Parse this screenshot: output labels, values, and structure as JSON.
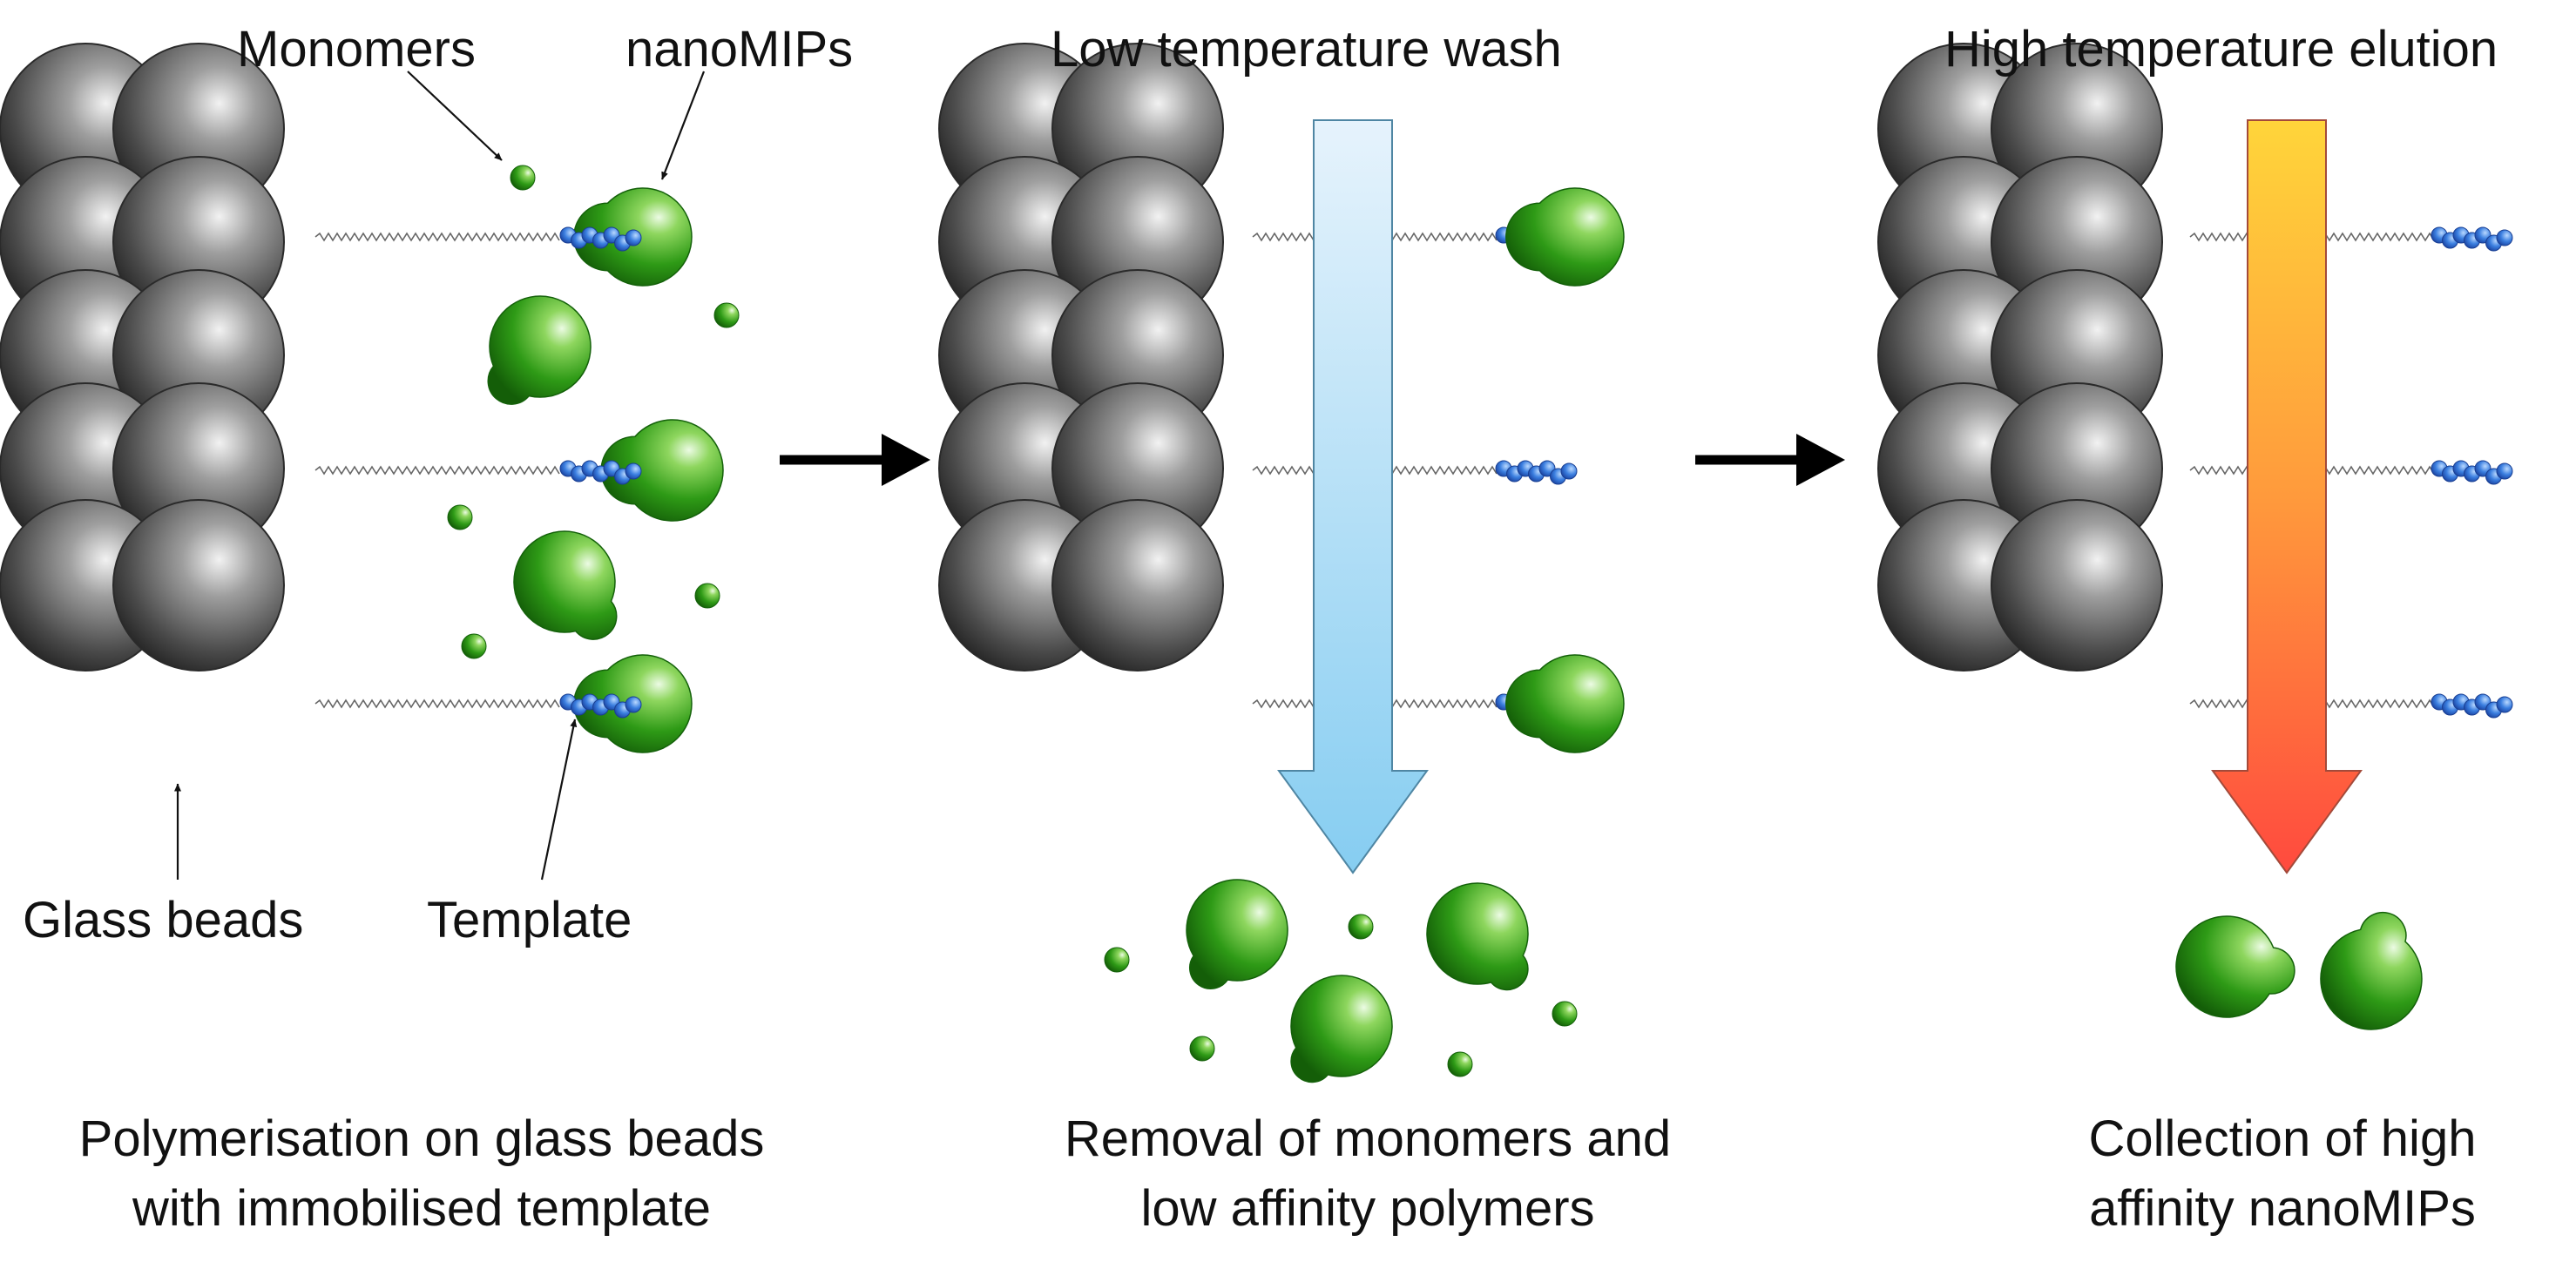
{
  "labels": {
    "monomers": "Monomers",
    "nanomips": "nanoMIPs",
    "glass_beads": "Glass beads",
    "template": "Template",
    "wash_title": "Low temperature wash",
    "elution_title": "High temperature elution"
  },
  "captions": {
    "step1": [
      "Polymerisation on glass beads",
      "with immobilised template"
    ],
    "step2": [
      "Removal of monomers and",
      "low affinity polymers"
    ],
    "step3": [
      "Collection of high",
      "affinity nanoMIPs"
    ]
  },
  "colors": {
    "bead": "#555555",
    "polymer_green": "#2e9a16",
    "template_blue": "#2d6fd0",
    "arrow_black": "#000000",
    "wash_arrow_top": "#dff0fb",
    "wash_arrow_bottom": "#8ed0f2",
    "elution_arrow_top": "#ffd23a",
    "elution_arrow_bottom": "#ff5040"
  },
  "icons": {
    "step_arrow": "right-arrow-icon",
    "wash_arrow": "down-arrow-icon",
    "elution_arrow": "down-arrow-icon"
  }
}
